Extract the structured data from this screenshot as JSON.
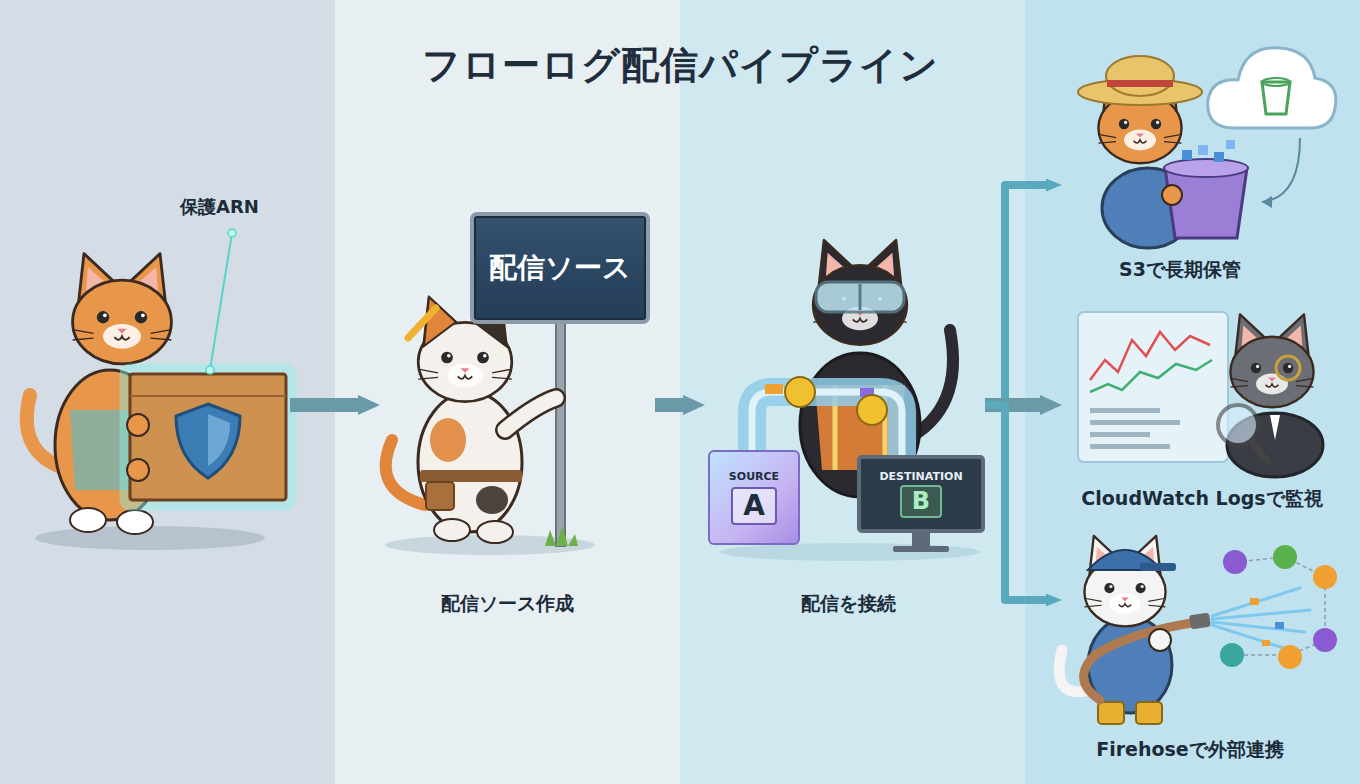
{
  "diagram": {
    "title": "フローログ配信パイプライン",
    "nodes": [
      {
        "text": [
          "保護ARN"
        ]
      },
      {
        "text": [
          "配信ソース作成"
        ]
      },
      {
        "text": [
          "配信ソース"
        ],
        "in": 1
      },
      {
        "text": [
          "配信を接続"
        ]
      },
      {
        "text": [
          "SOURCE",
          "A"
        ],
        "in": 3
      },
      {
        "text": [
          "DESTINATION",
          "B"
        ],
        "in": 3
      },
      {
        "text": [
          "S3で長期保管"
        ]
      },
      {
        "text": [
          "CloudWatch Logsで監視"
        ]
      },
      {
        "text": [
          "Firehoseで外部連携"
        ]
      }
    ],
    "edges": [
      {
        "from": 0,
        "to": 1,
        "arrow": "to"
      },
      {
        "from": 1,
        "to": 3,
        "arrow": "to"
      },
      {
        "from": 3,
        "to": 6,
        "arrow": "to"
      },
      {
        "from": 3,
        "to": 7,
        "arrow": "to"
      },
      {
        "from": 3,
        "to": 8,
        "arrow": "to"
      }
    ]
  }
}
